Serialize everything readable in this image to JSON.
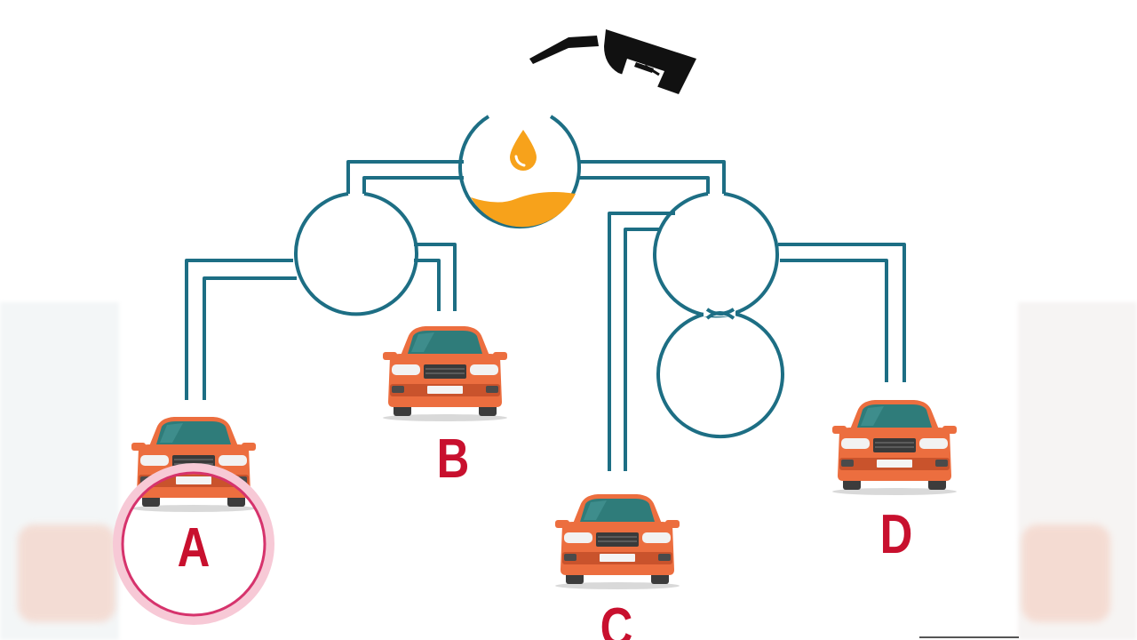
{
  "diagram": {
    "labels": {
      "a": "A",
      "b": "B",
      "c": "C",
      "d": "D"
    },
    "highlighted_answer": "A"
  },
  "colors": {
    "pipe": "#1d6e84",
    "fuel": "#f7a21b",
    "car_body": "#ec6e3f",
    "car_dark": "#b9452a",
    "window": "#2f7c7a",
    "label": "#c8102e",
    "highlight": "#d6336c",
    "nozzle": "#111111"
  },
  "icons": {
    "nozzle": "fuel-nozzle-icon",
    "droplet": "fuel-drop-icon",
    "car": "car-icon"
  }
}
